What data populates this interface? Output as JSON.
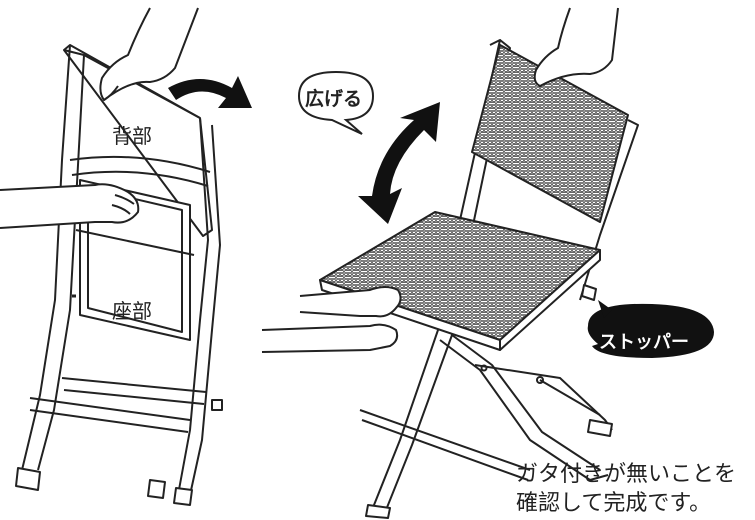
{
  "labels": {
    "back": "背部",
    "seat": "座部",
    "unfold": "広げる",
    "stopper": "ストッパー"
  },
  "caption": {
    "line1": "ガタ付きが無いことを",
    "line2": "確認して完成です。"
  },
  "colors": {
    "line": "#222222",
    "bubble_fill": "#222222",
    "background": "#ffffff"
  }
}
